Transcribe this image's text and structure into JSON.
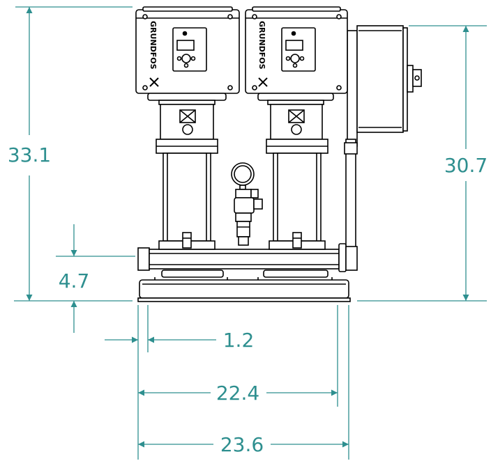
{
  "colors": {
    "dimension": "#2e8f8f",
    "outline": "#000000",
    "fill": "#ffffff"
  },
  "drawing": {
    "brand_label": "GRUNDFOS"
  },
  "dimensions": {
    "overall_height": "33.1",
    "cabinet_height": "30.7",
    "base_height": "4.7",
    "edge_offset": "1.2",
    "inner_width": "22.4",
    "overall_width": "23.6"
  }
}
